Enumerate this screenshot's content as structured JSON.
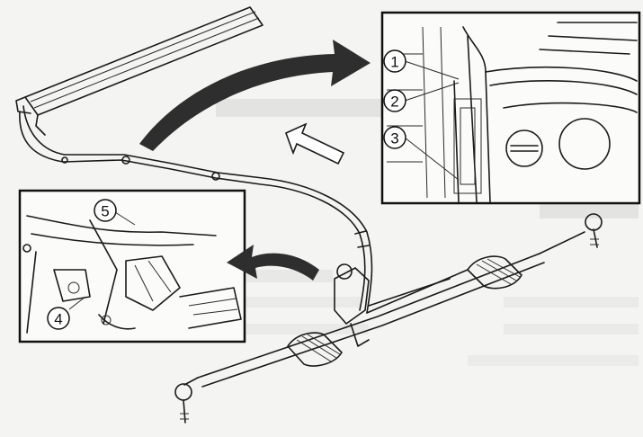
{
  "callouts": [
    {
      "id": 1,
      "label": "1"
    },
    {
      "id": 2,
      "label": "2"
    },
    {
      "id": 3,
      "label": "3"
    },
    {
      "id": 4,
      "label": "4"
    },
    {
      "id": 5,
      "label": "5"
    }
  ],
  "colors": {
    "background": "#f4f4f2",
    "ink": "#1a1a1a",
    "arrow": "#2e2e2e",
    "frame": "#111111",
    "ghost_text": "#d0d0d0"
  },
  "icons": {
    "transition_arrow": "curved-arrow-icon",
    "direction_arrow": "hollow-arrow-icon"
  }
}
